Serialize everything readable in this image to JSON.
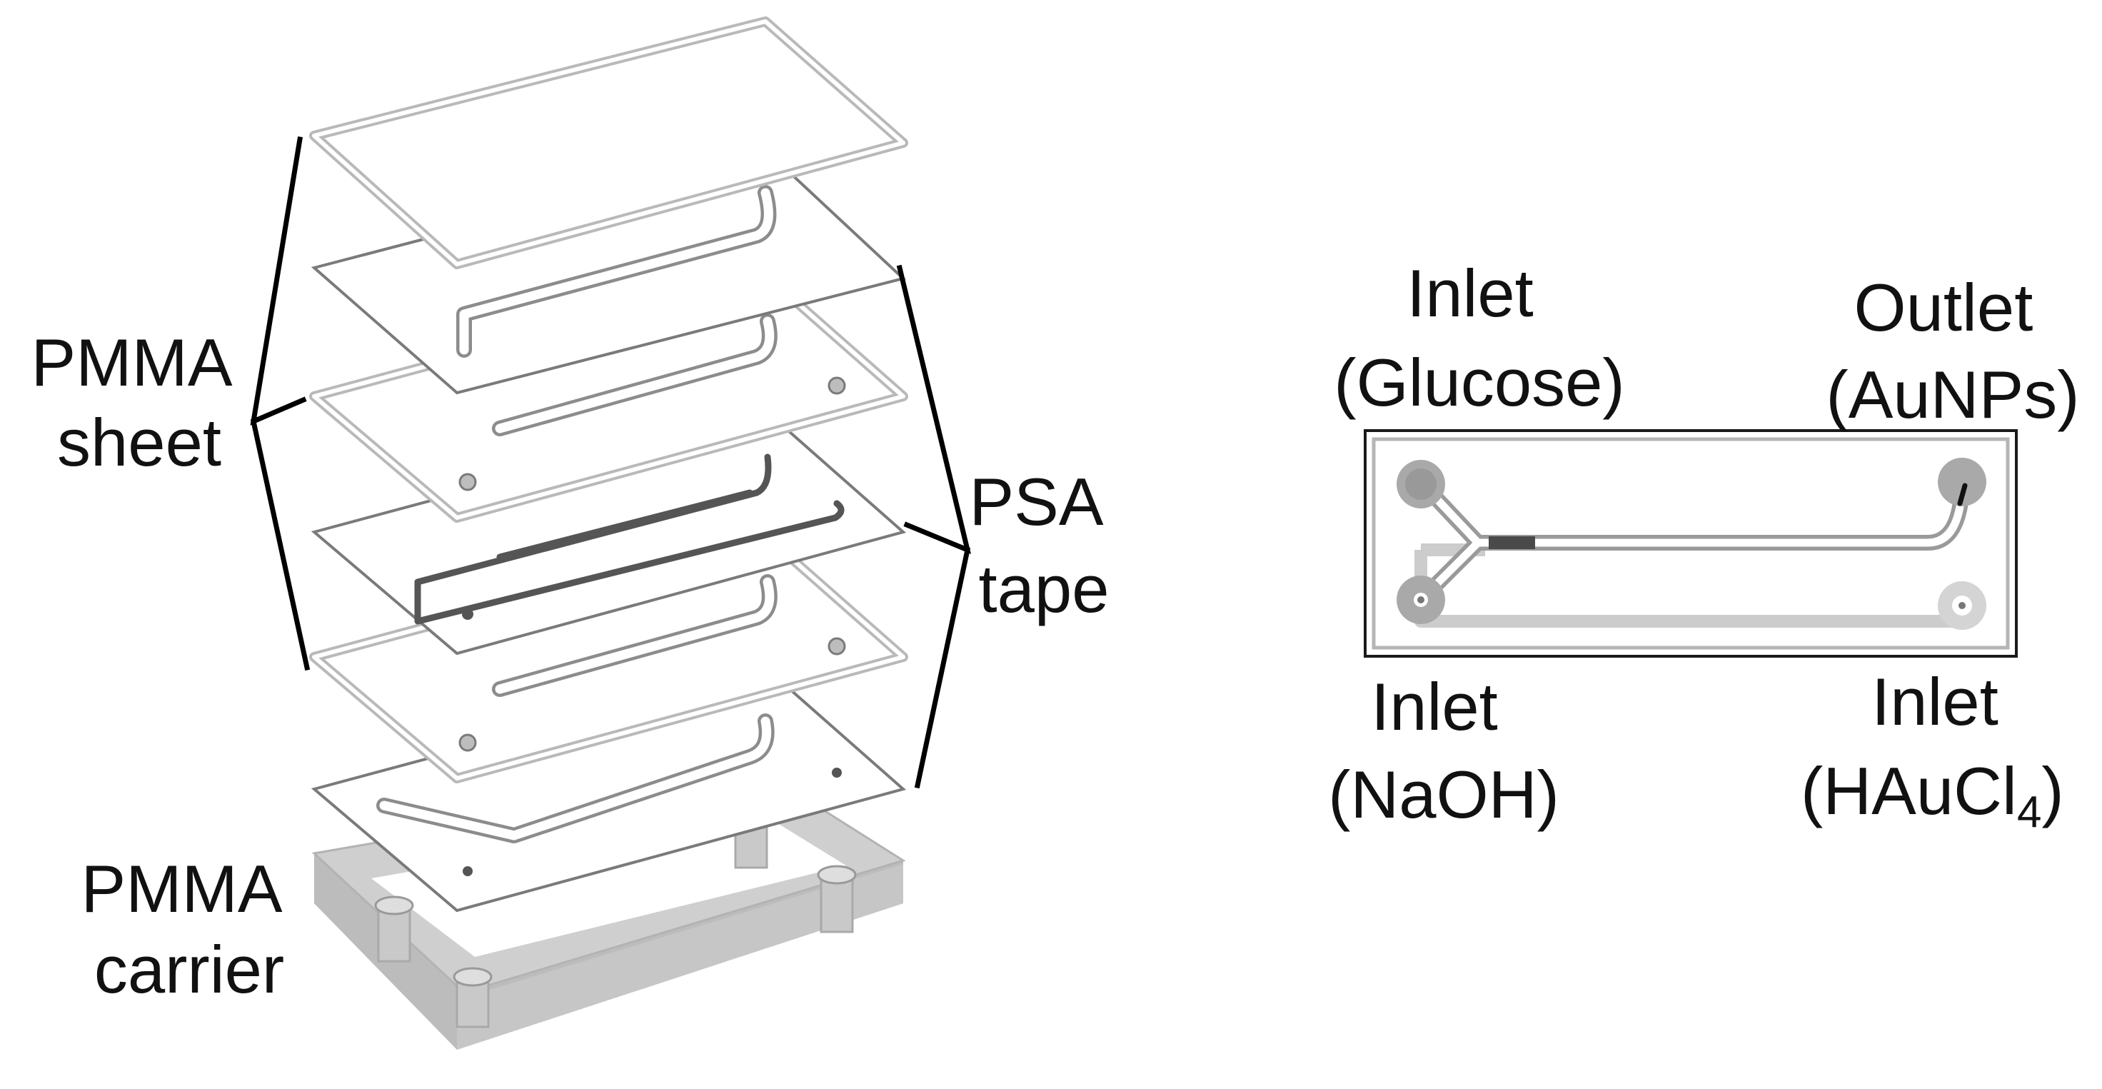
{
  "exploded_view": {
    "labels": {
      "pmma_sheet": [
        "PMMA",
        "sheet"
      ],
      "psa_tape": [
        "PSA",
        "tape"
      ],
      "pmma_carrier": [
        "PMMA",
        "carrier"
      ]
    }
  },
  "top_view": {
    "labels": {
      "inlet_glucose": [
        "Inlet",
        "(Glucose)"
      ],
      "outlet_aunps": [
        "Outlet",
        "(AuNPs)"
      ],
      "inlet_naoh": [
        "Inlet",
        "(NaOH)"
      ],
      "inlet_haucl4": [
        "Inlet",
        "(HAuCl",
        "4",
        ")"
      ]
    }
  }
}
